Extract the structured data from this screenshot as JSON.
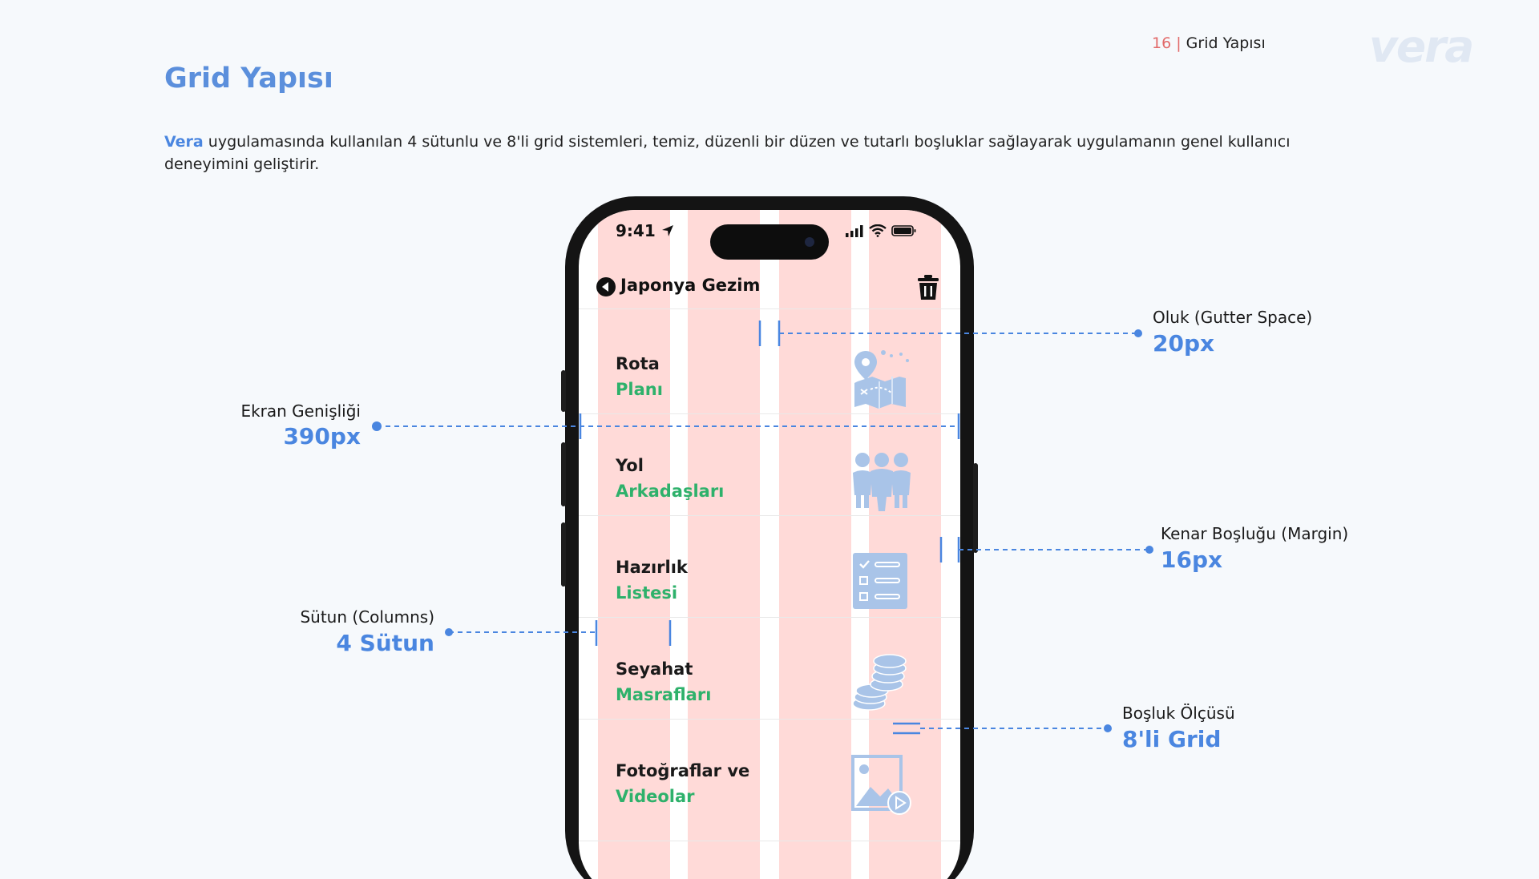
{
  "header": {
    "title": "Grid Yapısı",
    "page_number": "16 |",
    "page_label": "Grid Yapısı",
    "logo_text": "vera"
  },
  "intro": {
    "brand": "Vera",
    "text": " uygulamasında kullanılan 4 sütunlu ve 8'li grid sistemleri, temiz, düzenli bir düzen ve tutarlı boşluklar sağlayarak uygulamanın genel kullanıcı deneyimini geliştirir."
  },
  "phone": {
    "status_time": "9:41",
    "nav_title": "Japonya Gezim",
    "rows": [
      {
        "title": "Rota",
        "subtitle": "Planı",
        "icon": "map-icon"
      },
      {
        "title": "Yol",
        "subtitle": "Arkadaşları",
        "icon": "people-icon"
      },
      {
        "title": "Hazırlık",
        "subtitle": "Listesi",
        "icon": "checklist-icon"
      },
      {
        "title": "Seyahat",
        "subtitle": "Masrafları",
        "icon": "coins-icon"
      },
      {
        "title": "Fotoğraflar ve",
        "subtitle": "Videolar",
        "icon": "photo-icon"
      }
    ]
  },
  "annotations": {
    "gutter": {
      "label": "Oluk (Gutter Space)",
      "value": "20px"
    },
    "width": {
      "label": "Ekran Genişliği",
      "value": "390px"
    },
    "margin": {
      "label": "Kenar Boşluğu (Margin)",
      "value": "16px"
    },
    "columns": {
      "label": "Sütun (Columns)",
      "value": "4 Sütun"
    },
    "spacing": {
      "label": "Boşluk Ölçüsü",
      "value": "8'li Grid"
    }
  },
  "colors": {
    "accent": "#4a86e0",
    "title": "#5b8fdc",
    "green": "#2eb16b",
    "column": "#ffdad8",
    "icon": "#a9c4e8"
  }
}
